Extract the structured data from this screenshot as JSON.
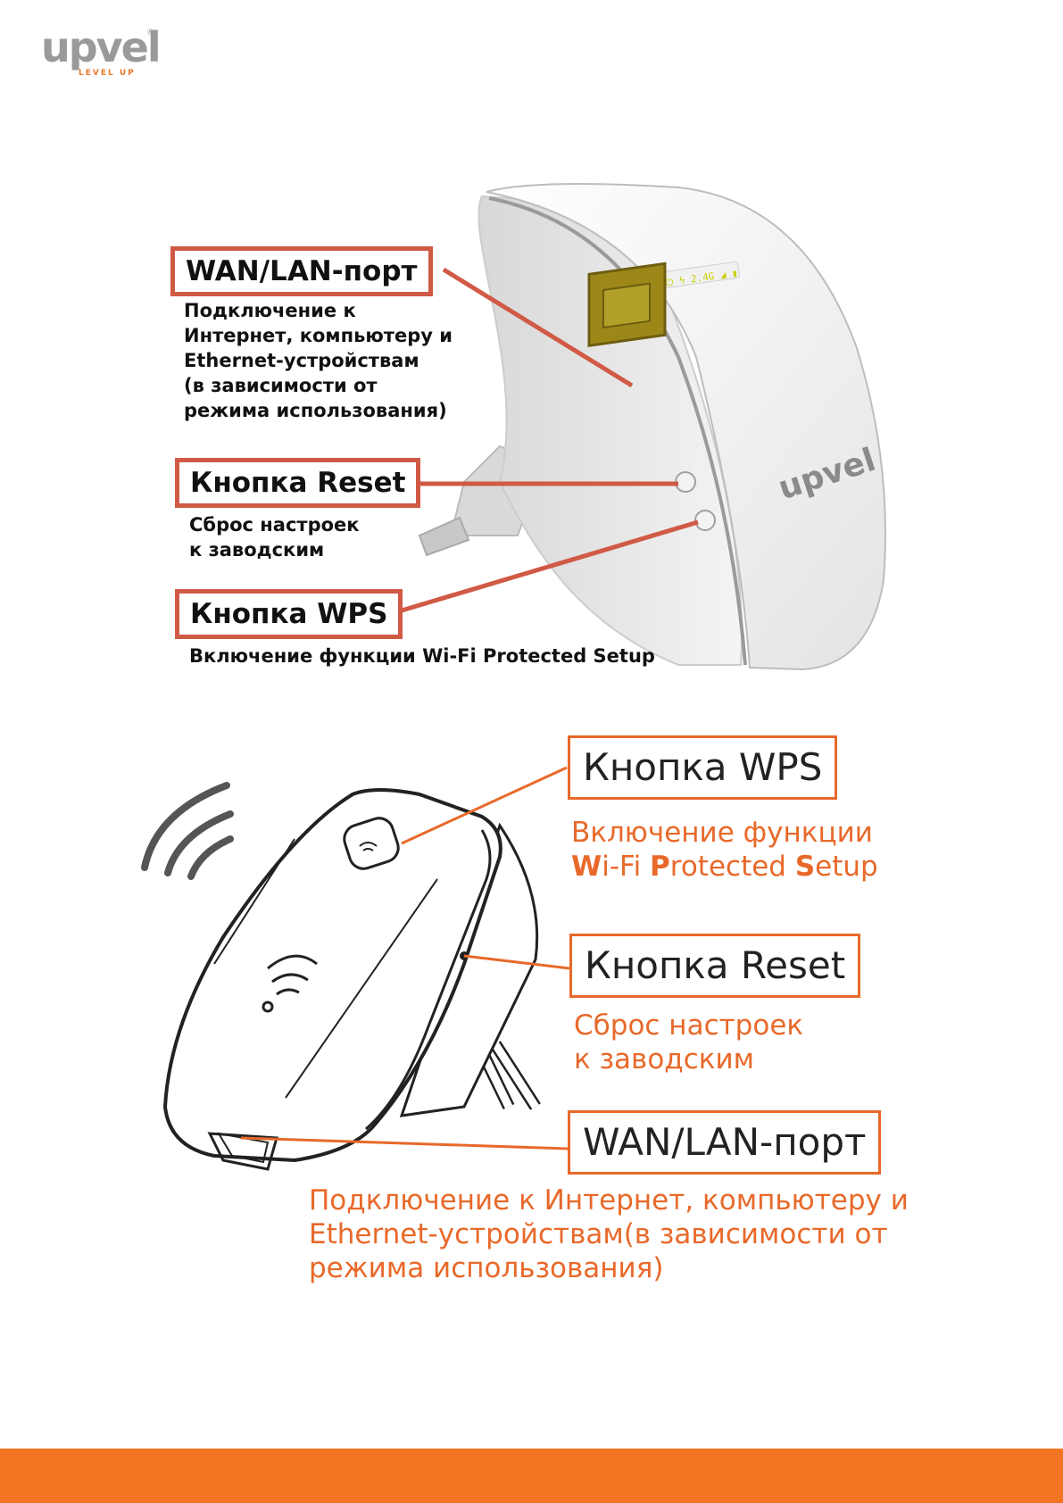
{
  "brand": {
    "name": "upvel",
    "tagline": "LEVEL UP",
    "registered": "®",
    "device_logo": "upvel"
  },
  "section1": {
    "wan": {
      "label": "WAN/LAN-порт",
      "desc": "Подключение к\nИнтернет, компьютеру и\nEthernet-устройствам\n(в зависимости от\nрежима использования)"
    },
    "reset": {
      "label": "Кнопка Reset",
      "desc": "Сброс настроек\nк заводским"
    },
    "wps": {
      "label": "Кнопка WPS",
      "desc": "Включение функции Wi-Fi Protected Setup"
    }
  },
  "section2": {
    "wps": {
      "label": "Кнопка WPS",
      "desc_line1": "Включение функции",
      "desc_W": "W",
      "desc_i": "i-Fi ",
      "desc_P": "P",
      "desc_rotected": "rotected ",
      "desc_S": "S",
      "desc_etup": "etup"
    },
    "reset": {
      "label": "Кнопка Reset",
      "desc": "Сброс настроек\nк заводским"
    },
    "wan": {
      "label": "WAN/LAN-порт",
      "desc": "Подключение к Интернет, компьютеру и\nEthernet-устройствам(в зависимости от\nрежима использования)"
    }
  },
  "colors": {
    "accent_dark": "#d05a45",
    "accent_orange": "#e8692a",
    "footer": "#f27524",
    "logo_grey": "#9a9a9a"
  }
}
